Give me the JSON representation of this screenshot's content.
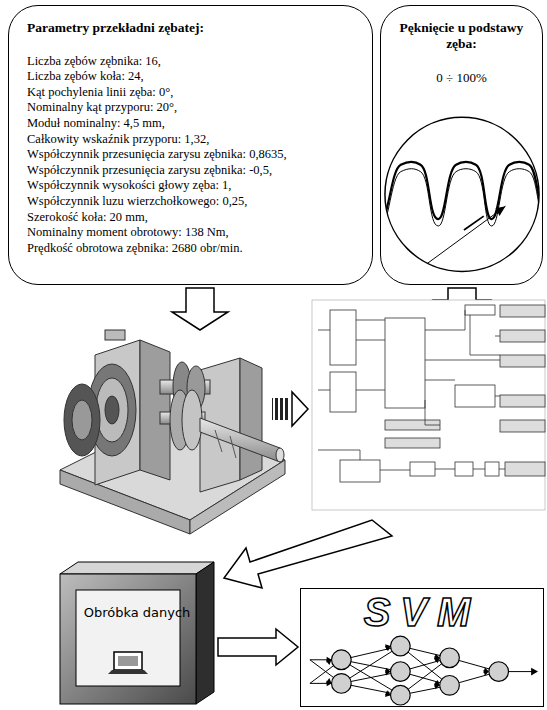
{
  "diagram": {
    "nodes": [
      {
        "text": [
          "Parametry przekładni zębatej:",
          "Liczba zębów zębnika: 16,",
          "Liczba zębów koła: 24,",
          "Kąt pochylenia linii zęba: 0°,",
          "Nominalny kąt przyporu: 20°,",
          "Moduł nominalny: 4,5 mm,",
          "Całkowity wskaźnik przyporu: 1,32,",
          "Współczynnik przesunięcia zarysu zębnika: 0,8635,",
          "Współczynnik przesunięcia zarysu zębnika: -0,5,",
          "Współczynnik wysokości głowy zęba: 1,",
          "Współczynnik luzu wierzchołkowego: 0,25,",
          "Szerokość koła: 20 mm,",
          "Nominalny moment obrotowy: 138 Nm,",
          "Prędkość obrotowa zębnika: 2680 obr/min."
        ]
      },
      {
        "text": [
          "Pęknięcie u podstawy zęba:",
          "0 ÷ 100%"
        ]
      },
      {
        "text": [
          "Obróbka danych"
        ]
      },
      {
        "text": [
          "SVM"
        ]
      }
    ],
    "edges": [
      {
        "from": 2,
        "to": 3,
        "arrow": "to"
      }
    ]
  }
}
